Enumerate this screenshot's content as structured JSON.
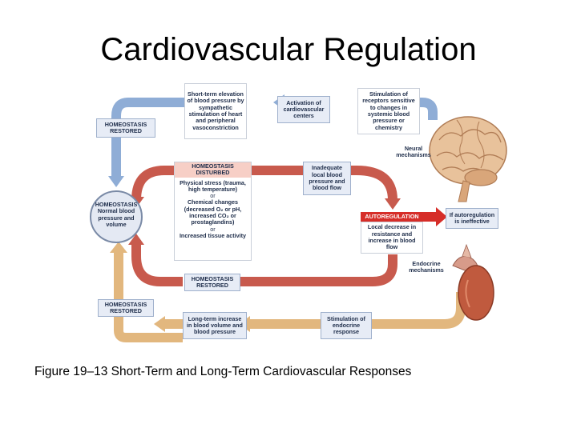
{
  "title": "Cardiovascular Regulation",
  "caption": "Figure 19–13 Short-Term and Long-Term Cardiovascular Responses",
  "colors": {
    "short_term_arrow": "#8fadd6",
    "disturbance_arrow": "#c85a4d",
    "long_term_arrow": "#e2b77e",
    "autoregulation": "#d62d28",
    "box_fill": "#e7ecf6"
  },
  "diagram": {
    "short_term_elevation": "Short-term elevation of blood pressure by sympathetic stimulation of heart and peripheral vasoconstriction",
    "activation_centers": "Activation of cardiovascular centers",
    "stimulation_receptors": "Stimulation of receptors sensitive to changes in systemic blood pressure or chemistry",
    "homeostasis_restored_top": "HOMEOSTASIS RESTORED",
    "neural_mechanisms": "Neural mechanisms",
    "homeostasis_disturbed": "HOMEOSTASIS DISTURBED",
    "disturbed_list": {
      "stress": "Physical stress (trauma, high temperature)",
      "or1": "or",
      "chemical": "Chemical changes (decreased O₂ or pH, increased CO₂ or prostaglandins)",
      "or2": "or",
      "activity": "Increased tissue activity"
    },
    "inadequate_flow": "Inadequate local blood pressure and blood flow",
    "homeostasis_center_title": "HOMEOSTASIS",
    "homeostasis_center_text": "Normal blood pressure and volume",
    "autoregulation_label": "AUTOREGULATION",
    "autoregulation_text": "Local decrease in resistance and increase in blood flow",
    "if_ineffective": "If autoregulation is ineffective",
    "endocrine_mechanisms": "Endocrine mechanisms",
    "homeostasis_restored_mid": "HOMEOSTASIS RESTORED",
    "homeostasis_restored_bottom": "HOMEOSTASIS RESTORED",
    "long_term_increase": "Long-term increase in blood volume and blood pressure",
    "stimulation_endocrine": "Stimulation of endocrine response"
  }
}
